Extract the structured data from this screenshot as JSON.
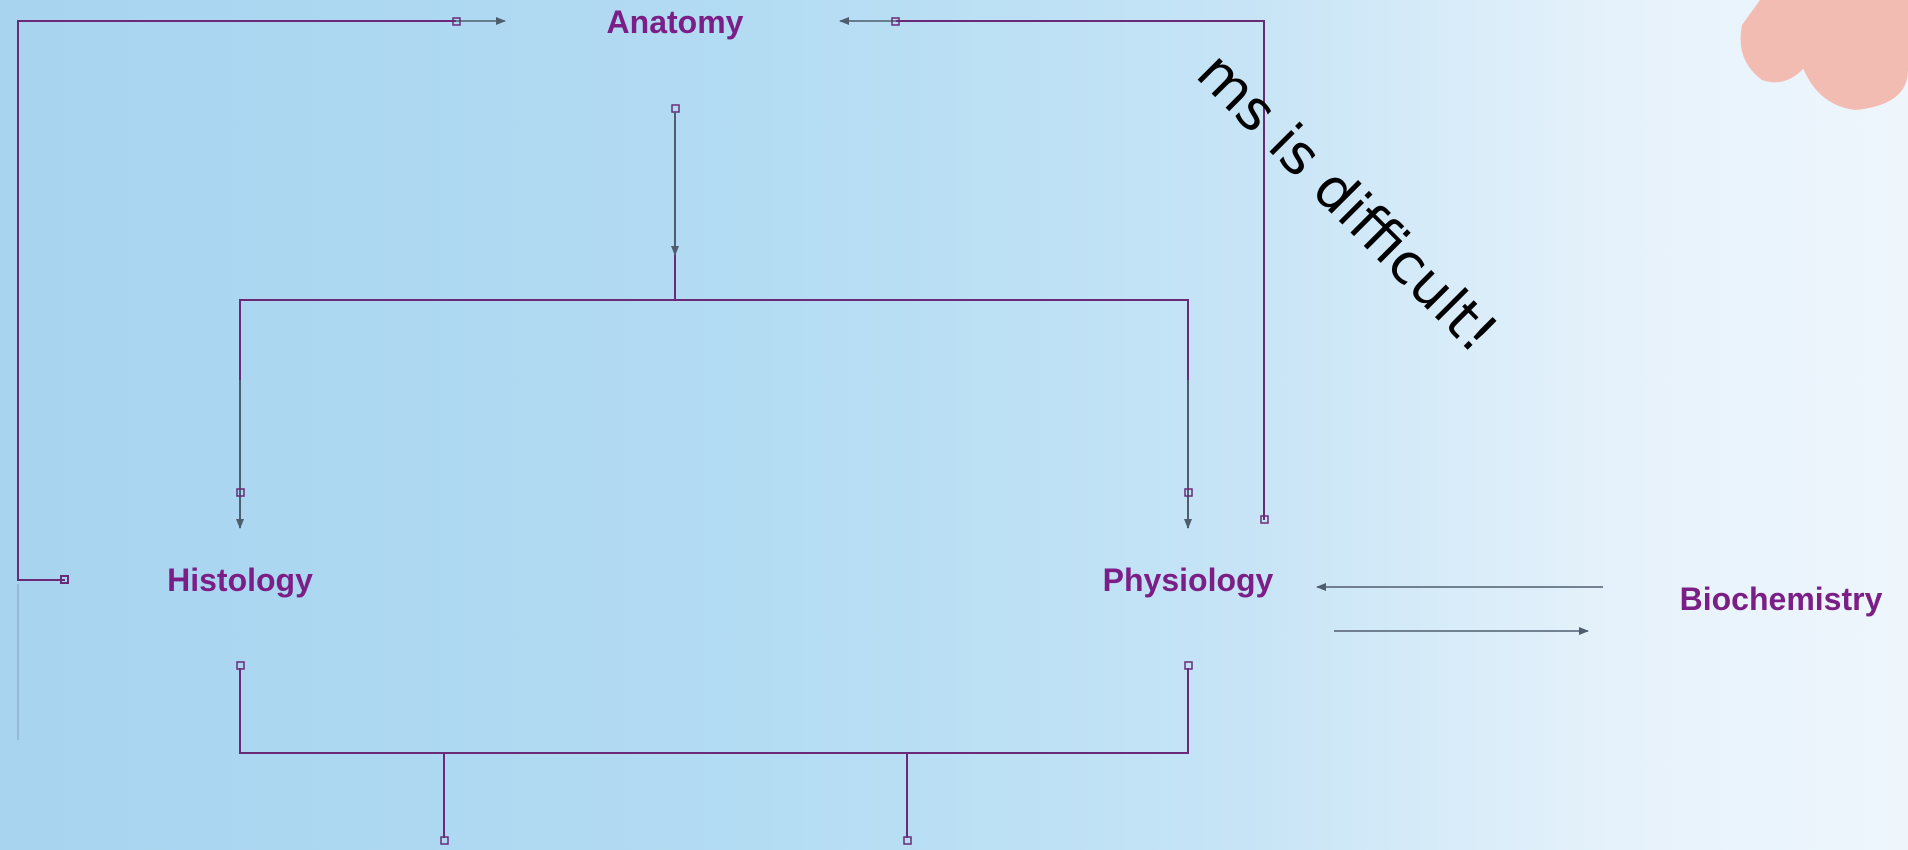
{
  "nodes": {
    "anatomy": "Anatomy",
    "histology": "Histology",
    "physiology": "Physiology",
    "biochemistry": "Biochemistry"
  },
  "note": "ms is difficult!",
  "colors": {
    "node_text": "#7b1f87",
    "connector": "#6a2a77",
    "arrow": "#4f5e6e",
    "blob": "#f2b8ae"
  },
  "icons": [
    "handle-square",
    "arrowhead"
  ]
}
